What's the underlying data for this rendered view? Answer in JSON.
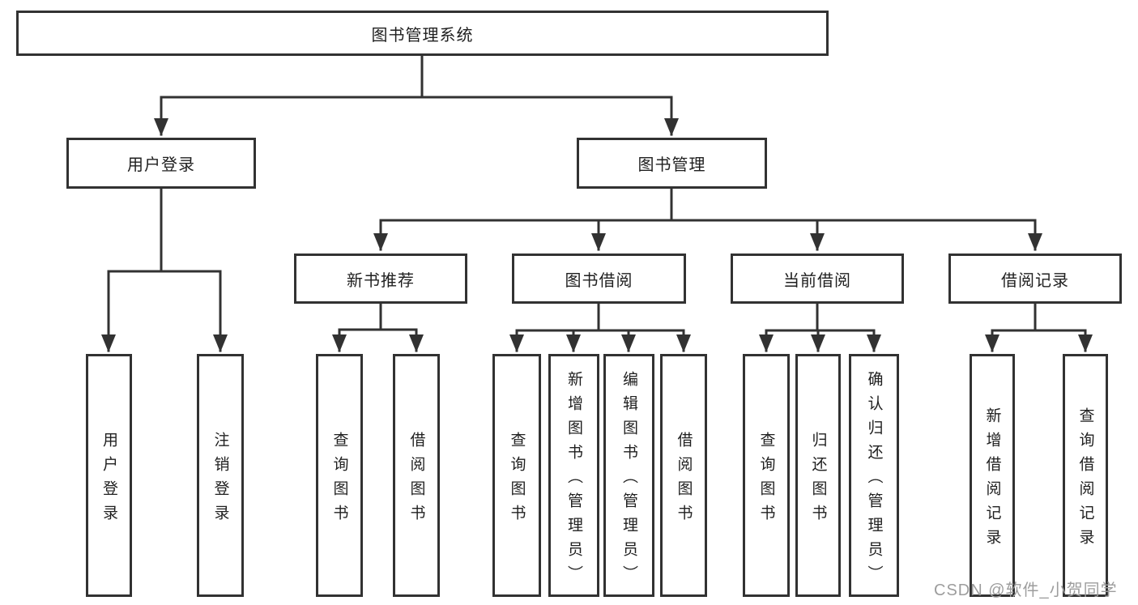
{
  "diagram": {
    "watermark": "CSDN @软件_小贺同学",
    "colors": {
      "line": "#323232",
      "text": "#1f1f1f",
      "watermark": "#9d9d9d"
    },
    "tree": {
      "label": "图书管理系统",
      "children": [
        {
          "label": "用户登录",
          "children": [
            {
              "label": "用户登录"
            },
            {
              "label": "注销登录"
            }
          ]
        },
        {
          "label": "图书管理",
          "children": [
            {
              "label": "新书推荐",
              "children": [
                {
                  "label": "查询图书"
                },
                {
                  "label": "借阅图书"
                }
              ]
            },
            {
              "label": "图书借阅",
              "children": [
                {
                  "label": "查询图书"
                },
                {
                  "label": "新增图书（管理员）"
                },
                {
                  "label": "编辑图书（管理员）"
                },
                {
                  "label": "借阅图书"
                }
              ]
            },
            {
              "label": "当前借阅",
              "children": [
                {
                  "label": "查询图书"
                },
                {
                  "label": "归还图书"
                },
                {
                  "label": "确认归还（管理员）"
                }
              ]
            },
            {
              "label": "借阅记录",
              "children": [
                {
                  "label": "新增借阅记录"
                },
                {
                  "label": "查询借阅记录"
                }
              ]
            }
          ]
        }
      ]
    }
  }
}
